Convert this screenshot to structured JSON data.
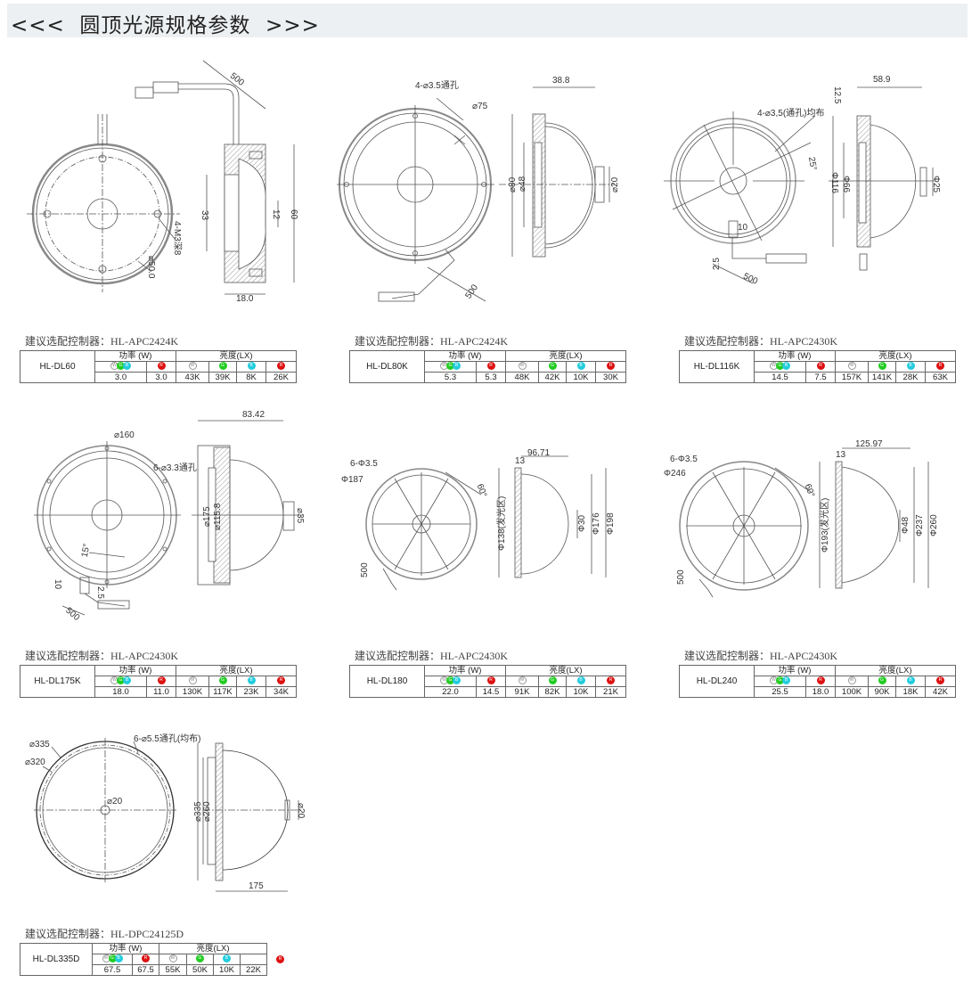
{
  "header": {
    "title": "<<<  圆顶光源规格参数  >>>"
  },
  "table_headers": {
    "power": "功率 (W)",
    "brightness": "亮度(LX)"
  },
  "icons": {
    "W": {
      "letter": "W",
      "color": "#ffffff"
    },
    "G": {
      "letter": "G",
      "color": "#22cc22"
    },
    "B": {
      "letter": "B",
      "color": "#22ccdd"
    },
    "R": {
      "letter": "R",
      "color": "#dd1111"
    }
  },
  "products": [
    {
      "controller": "建议选配控制器：HL-APC2424K",
      "model": "HL-DL60",
      "power": [
        "3.0",
        "3.0"
      ],
      "brightness": [
        "43K",
        "39K",
        "8K",
        "26K"
      ],
      "dims": {
        "cable": "500",
        "inner": "33",
        "window": "12",
        "height": "60",
        "depth": "18.0",
        "holes": "4-M3深8",
        "pcd": "⌀50.0"
      }
    },
    {
      "controller": "建议选配控制器：HL-APC2424K",
      "model": "HL-DL80K",
      "power": [
        "5.3",
        "5.3"
      ],
      "brightness": [
        "48K",
        "42K",
        "10K",
        "30K"
      ],
      "dims": {
        "holes": "4-⌀3.5通孔",
        "pcd": "⌀75",
        "depth": "38.8",
        "outer": "⌀80",
        "inner": "⌀48",
        "window": "⌀20",
        "cable": "500"
      }
    },
    {
      "controller": "建议选配控制器：HL-APC2430K",
      "model": "HL-DL116K",
      "power": [
        "14.5",
        "7.5"
      ],
      "brightness": [
        "157K",
        "141K",
        "28K",
        "63K"
      ],
      "dims": {
        "depth": "58.9",
        "flange": "12.5",
        "holes": "4-⌀3,5(通孔)均布",
        "angle": "25°",
        "outer": "Φ116",
        "inner": "Φ66",
        "window": "Φ25",
        "conn": "10",
        "offset": "2.5",
        "cable": "500"
      }
    },
    {
      "controller": "建议选配控制器：HL-APC2430K",
      "model": "HL-DL175K",
      "power": [
        "18.0",
        "11.0"
      ],
      "brightness": [
        "130K",
        "117K",
        "23K",
        "34K"
      ],
      "dims": {
        "pcd": "⌀160",
        "holes": "6-⌀3.3通孔",
        "depth": "83.42",
        "inner": "⌀115.8",
        "outer": "⌀175",
        "window": "⌀35",
        "angle": "15°",
        "conn": "10",
        "offset": "2.5",
        "cable": "500"
      }
    },
    {
      "controller": "建议选配控制器：HL-APC2430K",
      "model": "HL-DL180",
      "power": [
        "22.0",
        "14.5"
      ],
      "brightness": [
        "91K",
        "82K",
        "10K",
        "21K"
      ],
      "dims": {
        "holes": "6-Φ3.5",
        "pcd": "Φ187",
        "angle": "60°",
        "flange": "13",
        "depth": "96.71",
        "emit": "Φ138(发光区)",
        "window": "Φ30",
        "inner": "Φ176",
        "outer": "Φ198",
        "cable": "500"
      }
    },
    {
      "controller": "建议选配控制器：HL-APC2430K",
      "model": "HL-DL240",
      "power": [
        "25.5",
        "18.0"
      ],
      "brightness": [
        "100K",
        "90K",
        "18K",
        "42K"
      ],
      "dims": {
        "holes": "6-Φ3.5",
        "pcd": "Φ246",
        "angle": "60°",
        "flange": "13",
        "depth": "125.97",
        "emit": "Φ193(发光区)",
        "window": "Φ48",
        "inner": "Φ237",
        "outer": "Φ260",
        "cable": "500"
      }
    },
    {
      "controller": "建议选配控制器：HL-DPC24125D",
      "model": "HL-DL335D",
      "power": [
        "67.5",
        "67.5"
      ],
      "brightness": [
        "55K",
        "50K",
        "10K",
        "22K"
      ],
      "dims": {
        "outer": "⌀335",
        "pcd": "⌀320",
        "holes": "6-⌀5.5通孔(均布)",
        "center": "⌀20",
        "side_outer": "⌀335",
        "inner": "⌀260",
        "window": "⌀20",
        "depth": "175"
      }
    }
  ]
}
